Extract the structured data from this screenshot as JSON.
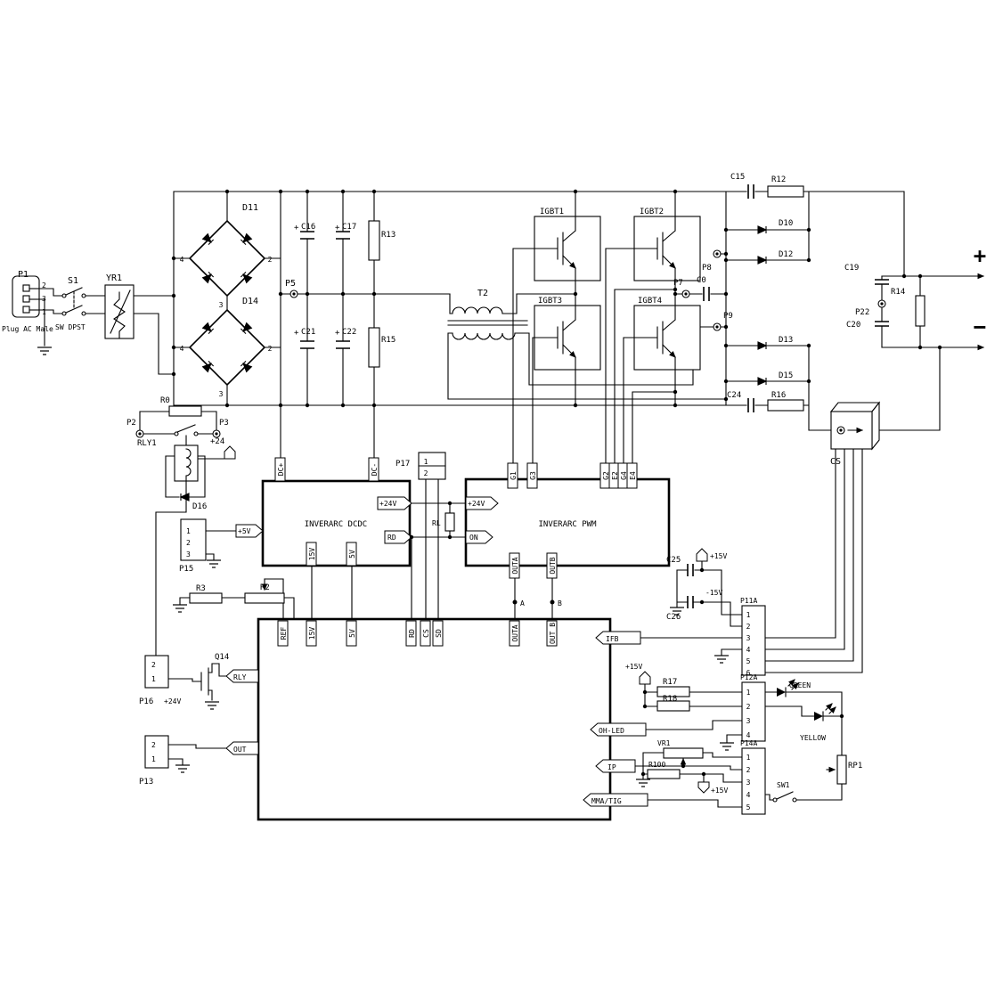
{
  "input": {
    "p1": "P1",
    "pins": [
      "2",
      "3",
      "1"
    ],
    "caption": "Plug AC Male",
    "s1": "S1",
    "s1_type": "SW DPST",
    "yr1": "YR1"
  },
  "bridge": {
    "d11": "D11",
    "d14": "D14",
    "pins": [
      "4",
      "2",
      "3"
    ]
  },
  "bus": {
    "p5": "P5",
    "plus": "+",
    "c16": "C16",
    "c17": "C17",
    "r13": "R13",
    "c21": "C21",
    "c22": "C22",
    "r15": "R15"
  },
  "inverter": {
    "t2": "T2",
    "igbt": [
      "IGBT1",
      "IGBT2",
      "IGBT3",
      "IGBT4"
    ],
    "p7": "P7",
    "p8": "P8",
    "p9": "P9",
    "c0": "C0"
  },
  "output": {
    "c15": "C15",
    "r12": "R12",
    "d10": "D10",
    "d12": "D12",
    "d13": "D13",
    "d15": "D15",
    "c24": "C24",
    "r16": "R16",
    "c19": "C19",
    "c20": "C20",
    "p22": "P22",
    "r14": "R14",
    "cs": "CS",
    "plus": "+",
    "minus": "−"
  },
  "relay": {
    "r0": "R0",
    "p2": "P2",
    "p3": "P3",
    "rly1": "RLY1",
    "v24": "+24",
    "d16": "D16"
  },
  "p15": {
    "name": "P15",
    "pins": [
      "1",
      "2",
      "3"
    ],
    "v5": "+5V"
  },
  "dcdc": {
    "title": "INVERARC DCDC",
    "top": [
      "DC+",
      "DC-"
    ],
    "out24": "+24V",
    "rd": "RD",
    "bottom": [
      "15V",
      "5V"
    ]
  },
  "p17": {
    "name": "P17",
    "pins": [
      "1",
      "2"
    ],
    "rl": "RL"
  },
  "pwm": {
    "title": "INVERARC PWM",
    "in24": "+24V",
    "on": "ON",
    "top": [
      "G1",
      "G3",
      "G2",
      "E2",
      "G4",
      "E4"
    ],
    "outa": "OUTA",
    "outb": "OUTB",
    "a": "A",
    "b": "B"
  },
  "ctrl": {
    "top": [
      "REF",
      "15V",
      "5V",
      "RD",
      "CS",
      "SD",
      "OUTA",
      "OUT B"
    ],
    "rly": "RLY",
    "out": "OUT",
    "ifb": "IFB",
    "ohled": "OH-LED",
    "ip": "IP",
    "mmatig": "MMA/TIG"
  },
  "drv": {
    "q14": "Q14",
    "p16": "P16",
    "p16_pins": [
      "2",
      "1"
    ],
    "v24": "+24V",
    "p13": "P13",
    "p13_pins": [
      "2",
      "1"
    ],
    "r3": "R3",
    "r2": "R2"
  },
  "supply": {
    "c25": "C25",
    "c26": "C26",
    "p15v": "+15V",
    "m15v": "-15V"
  },
  "p11a": {
    "name": "P11A",
    "pins": [
      "1",
      "2",
      "3",
      "4",
      "5",
      "6"
    ]
  },
  "p12a": {
    "name": "P12A",
    "pins": [
      "1",
      "2",
      "3",
      "4"
    ],
    "r17": "R17",
    "r18": "R18",
    "v15": "+15V",
    "green": "GREEN",
    "yellow": "YELLOW"
  },
  "p14a": {
    "name": "P14A",
    "pins": [
      "1",
      "2",
      "3",
      "4",
      "5"
    ],
    "vr1": "VR1",
    "r100": "R100",
    "v15": "+15V",
    "rp1": "RP1",
    "sw1": "SW1"
  }
}
